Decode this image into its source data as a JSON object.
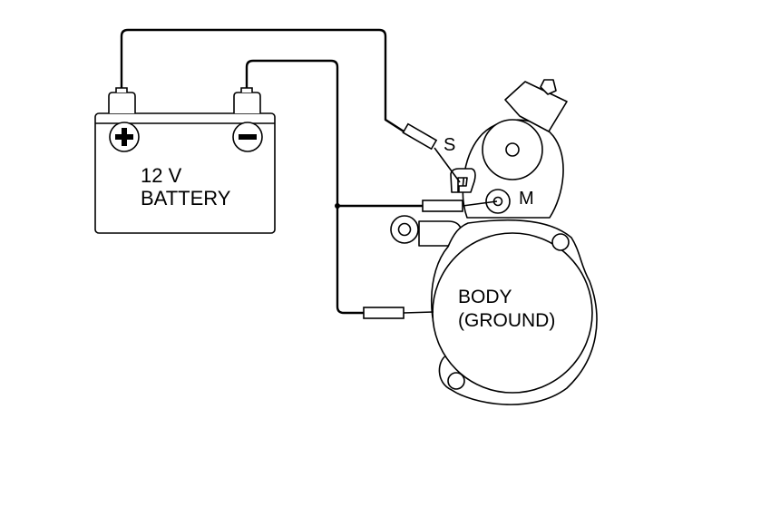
{
  "battery": {
    "line1": "12 V",
    "line2": "BATTERY",
    "positive_symbol": "plus-icon",
    "negative_symbol": "minus-icon"
  },
  "starter": {
    "terminal_s": "S",
    "terminal_m": "M",
    "body_line1": "BODY",
    "body_line2": "(GROUND)"
  },
  "colors": {
    "stroke": "#000000",
    "background": "#ffffff"
  }
}
